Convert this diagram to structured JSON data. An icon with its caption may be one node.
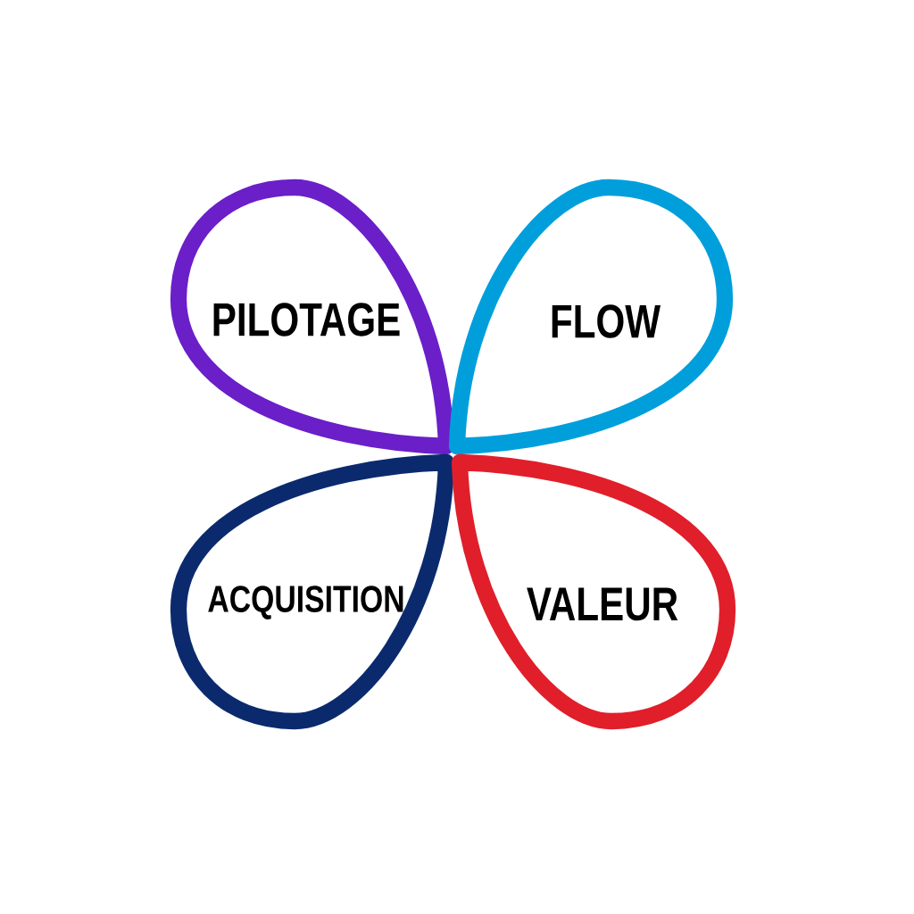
{
  "diagram": {
    "nodes": [
      {
        "text": [
          "PILOTAGE"
        ]
      },
      {
        "text": [
          "FLOW"
        ]
      },
      {
        "text": [
          "ACQUISITION"
        ]
      },
      {
        "text": [
          "VALEUR"
        ]
      }
    ]
  }
}
